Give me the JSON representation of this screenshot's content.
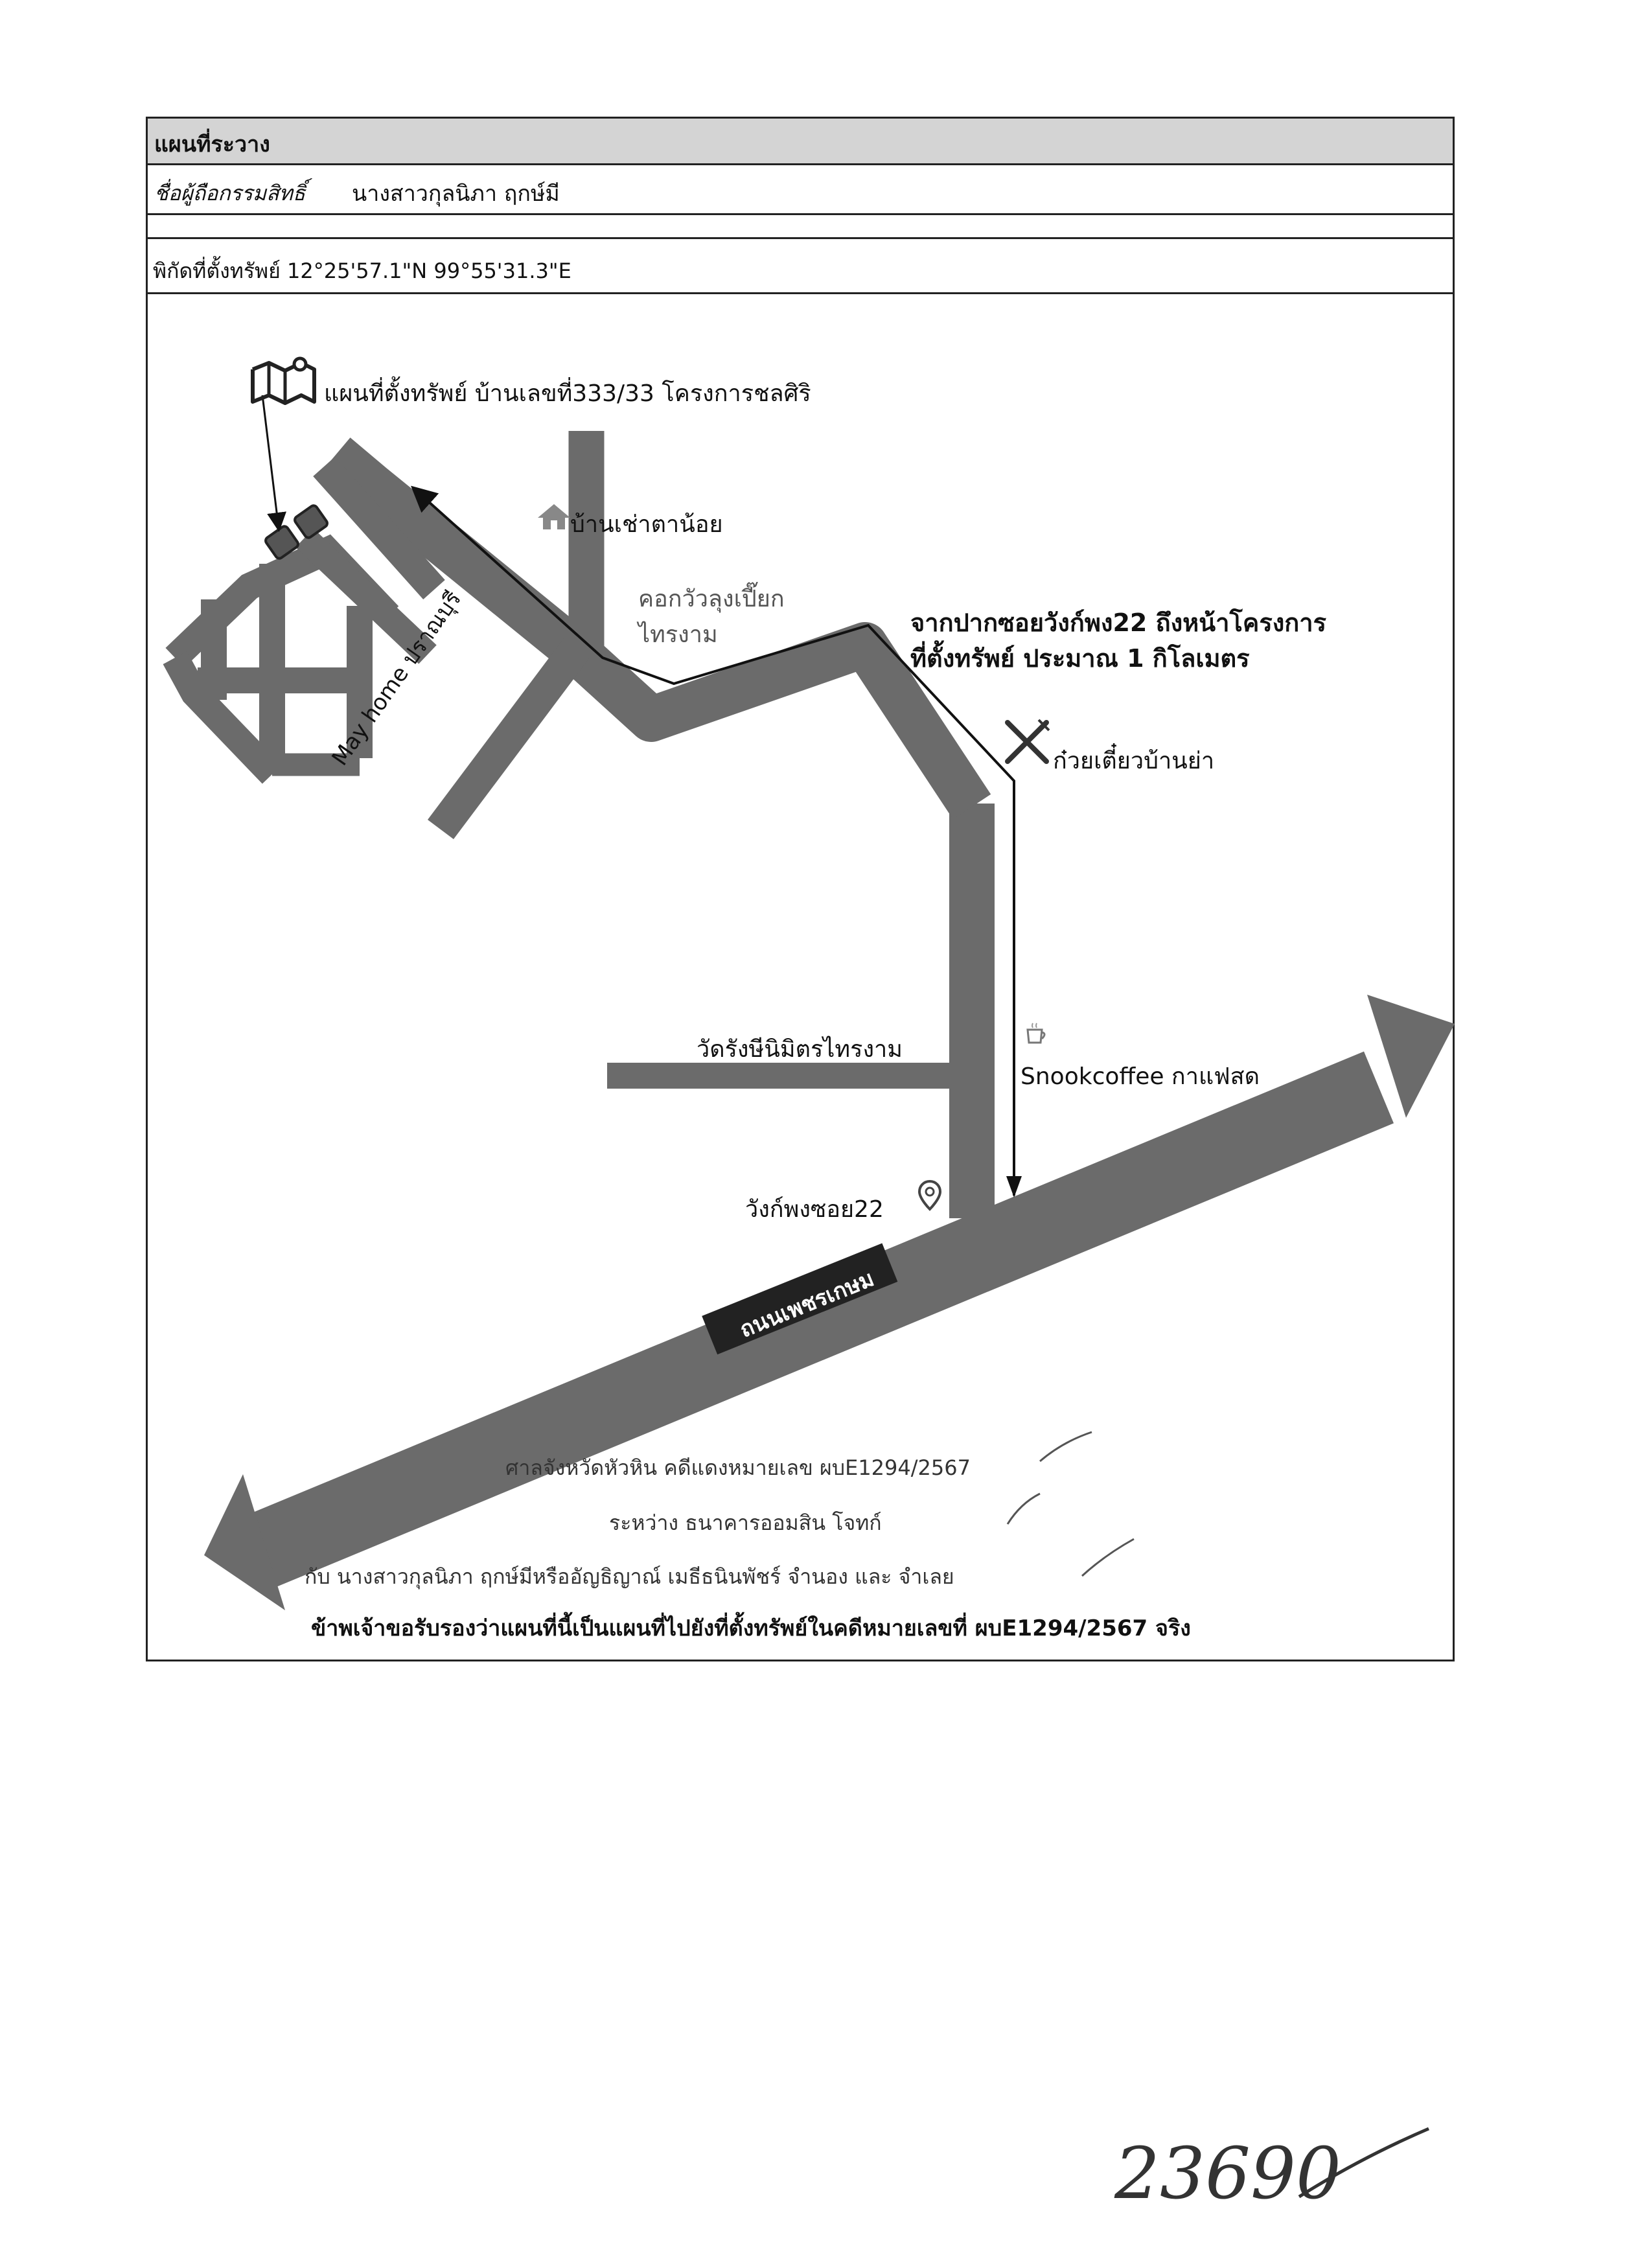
{
  "header": {
    "title": "แผนที่ระวาง",
    "owner_label": "ชื่อผู้ถือกรรมสิทธิ์",
    "owner_name": "นางสาวกุลนิภา ฤกษ์มี",
    "coordinates": "พิกัดที่ตั้งทรัพย์ 12°25'57.1\"N 99°55'31.3\"E"
  },
  "map": {
    "location_title": "แผนที่ตั้งทรัพย์ บ้านเลขที่333/33 โครงการชลศิริ",
    "labels": {
      "rental_house": "บ้านเช่าตาน้อย",
      "cowshed_line1": "คอกวัวลุงเปี๊ยก",
      "cowshed_line2": "ไทรงาม",
      "may_home": "May home ปราณบุรี",
      "distance_line1": "จากปากซอยวังก์พง22 ถึงหน้าโครงการ",
      "distance_line2": "ที่ตั้งทรัพย์ ประมาณ 1 กิโลเมตร",
      "noodle_shop": "ก๋วยเตี๋ยวบ้านย่า",
      "temple": "วัดรังษีนิมิตรไทรงาม",
      "coffee": "Snookcoffee กาแฟสด",
      "soi": "วังก์พงซอย22",
      "main_road": "ถนนเพชรเกษม"
    },
    "icons": {
      "map": "map-pin-icon",
      "house": "house-icon",
      "restaurant": "fork-knife-icon",
      "coffee": "coffee-cup-icon",
      "pin": "location-pin-icon"
    },
    "road_color": "#6b6b6b"
  },
  "footer": {
    "court": "ศาลจังหวัดหัวหิน คดีแดงหมายเลข ผบE1294/2567",
    "between": "ระหว่าง ธนาคารออมสิน โจทก์",
    "with": "กับ นางสาวกุลนิภา ฤกษ์มีหรืออัญธิญาณ์ เมธีธนินพัชร์ จำนอง และ จำเลย",
    "certify": "ข้าพเจ้าขอรับรองว่าแผนที่นี้เป็นแผนที่ไปยังที่ตั้งทรัพย์ในคดีหมายเลขที่ ผบE1294/2567 จริง"
  },
  "handwritten_number": "23690"
}
